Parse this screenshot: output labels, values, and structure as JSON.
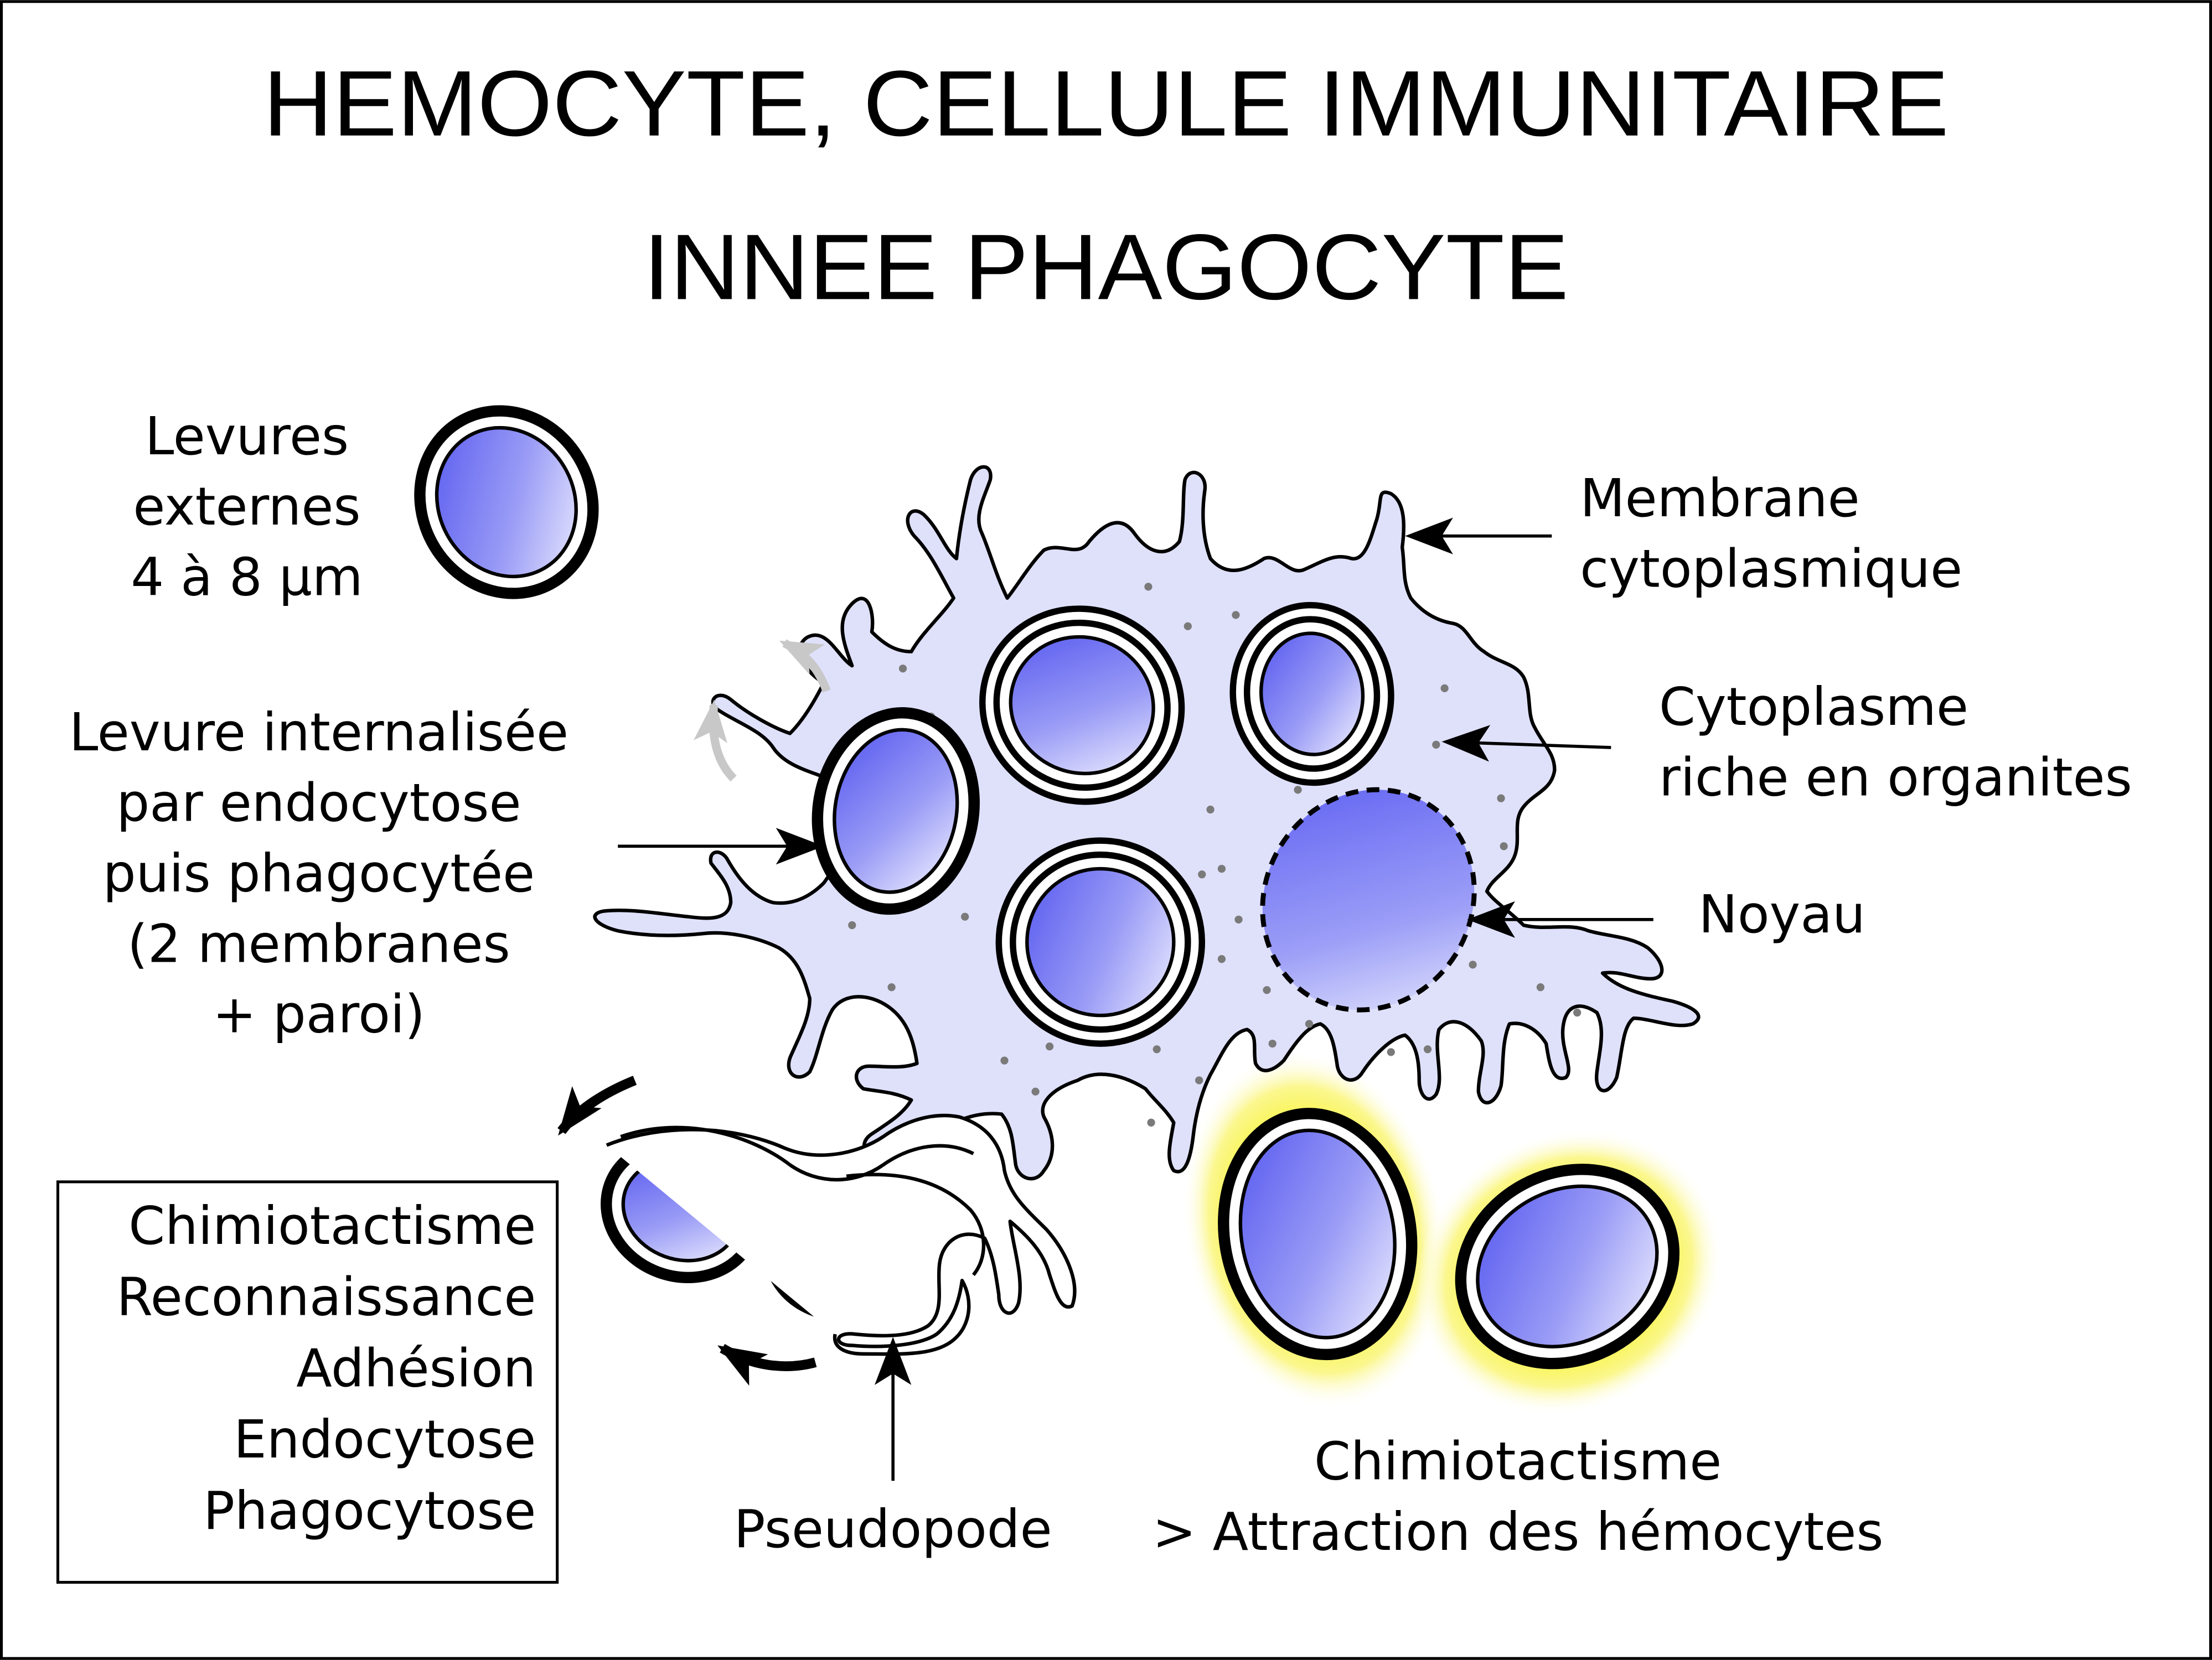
{
  "title": {
    "line1": "HEMOCYTE, CELLULE IMMUNITAIRE",
    "line2": "INNEE PHAGOCYTE"
  },
  "labels": {
    "external_yeast": [
      "Levures",
      "externes",
      "4 à 8 µm"
    ],
    "internalized_yeast": [
      "Levure internalisée",
      "par endocytose",
      "puis phagocytée",
      "(2 membranes",
      "+ paroi)"
    ],
    "membrane": [
      "Membrane",
      "cytoplasmique"
    ],
    "cytoplasm": [
      "Cytoplasme",
      "riche en organites"
    ],
    "nucleus": [
      "Noyau"
    ],
    "pseudopod": [
      "Pseudopode"
    ],
    "chemotaxis_attraction": [
      "Chimiotactisme",
      "> Attraction des hémocytes"
    ]
  },
  "process_box": {
    "steps": [
      "Chimiotactisme",
      "Reconnaissance",
      "Adhésion",
      "Endocytose",
      "Phagocytose"
    ]
  },
  "colors": {
    "cytoplasm_fill": "#dfe1fb",
    "yeast_blue": "#5a5cf0",
    "yeast_light": "#f4f4ff",
    "glow_yellow": "#f6f23a",
    "faded_arrow": "#c8c8c8",
    "ink": "#000000"
  },
  "icons": {
    "arrow": "pointer-arrow-icon",
    "motion_arrow": "curved-motion-arrow-icon"
  }
}
